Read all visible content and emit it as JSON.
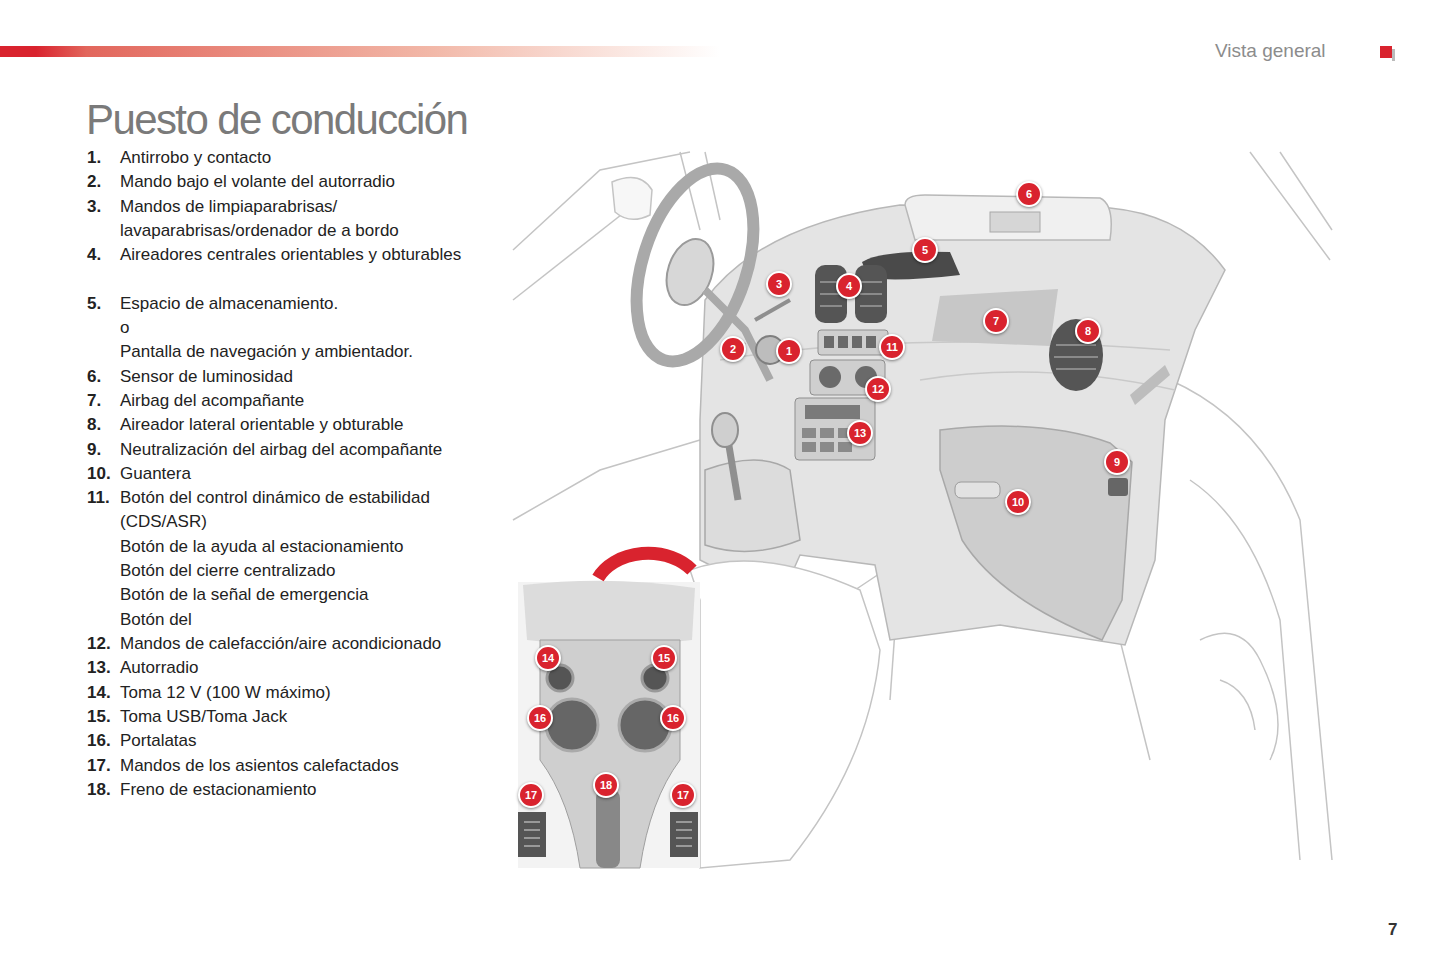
{
  "diagram": {
    "title": "Puesto de conducción",
    "nodes": [
      {
        "text": [
          "1"
        ]
      },
      {
        "text": [
          "2"
        ]
      },
      {
        "text": [
          "3"
        ]
      },
      {
        "text": [
          "4"
        ]
      },
      {
        "text": [
          "5"
        ]
      },
      {
        "text": [
          "6"
        ]
      },
      {
        "text": [
          "7"
        ]
      },
      {
        "text": [
          "8"
        ]
      },
      {
        "text": [
          "9"
        ]
      },
      {
        "text": [
          "10"
        ]
      },
      {
        "text": [
          "11"
        ]
      },
      {
        "text": [
          "12"
        ]
      },
      {
        "text": [
          "13"
        ]
      },
      {
        "text": [
          "14"
        ]
      },
      {
        "text": [
          "15"
        ]
      },
      {
        "text": [
          "16"
        ]
      },
      {
        "text": [
          "16"
        ]
      },
      {
        "text": [
          "17"
        ]
      },
      {
        "text": [
          "18"
        ]
      },
      {
        "text": [
          "17"
        ]
      }
    ],
    "labels": [
      "Vista general",
      "1.",
      "Antirrobo y contacto",
      "2.",
      "Mando bajo el volante del autorradio",
      "3.",
      "Mandos de limpiaparabrisas/ lavaparabrisas/ordenador de a bordo",
      "4.",
      "Aireadores centrales orientables y obturables",
      "5.",
      "Espacio de almacenamiento.",
      "o",
      "Pantalla de navegación y ambientador.",
      "6.",
      "Sensor de luminosidad",
      "7.",
      "Airbag del acompañante",
      "8.",
      "Aireador lateral orientable y obturable",
      "9.",
      "Neutralización del airbag del acompañante",
      "10.",
      "Guantera",
      "11.",
      "Botón del control dinámico de estabilidad (CDS/ASR)",
      "Botón de la ayuda al estacionamiento",
      "Botón del cierre centralizado",
      "Botón de la señal de emergencia",
      "Botón del",
      "12.",
      "Mandos de calefacción/aire acondicionado",
      "13.",
      "Autorradio",
      "14.",
      "Toma 12 V (100 W máximo)",
      "15.",
      "Toma USB/Toma Jack",
      "16.",
      "Portalatas",
      "17.",
      "Mandos de los asientos calefactados",
      "18.",
      "Freno de estacionamiento",
      "7"
    ]
  }
}
